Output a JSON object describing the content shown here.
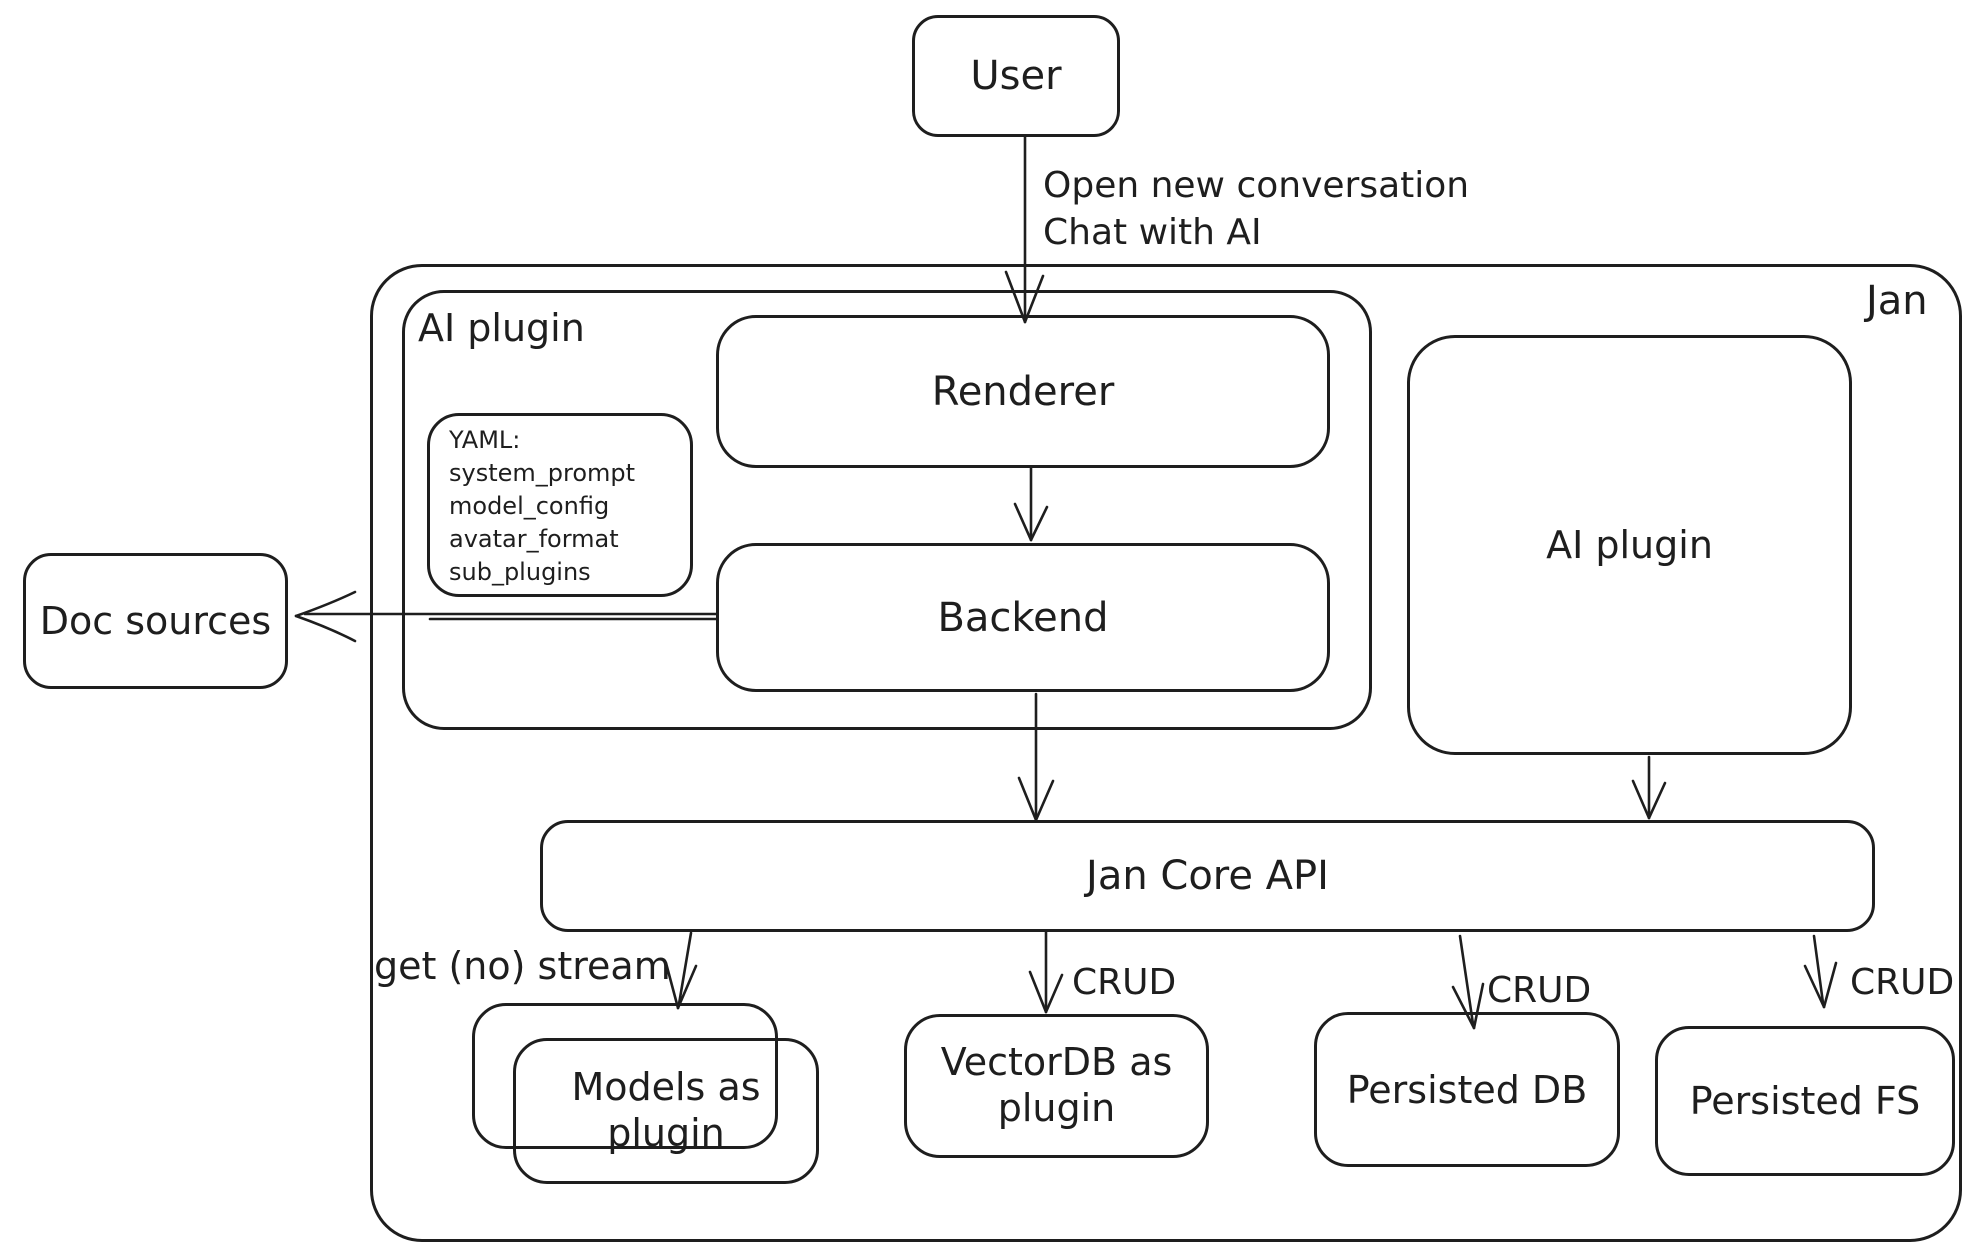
{
  "colors": {
    "ink": "#1e1e1e",
    "background": "#ffffff"
  },
  "nodes": {
    "user": {
      "label": "User"
    },
    "jan_container": {
      "label": "Jan"
    },
    "ai_plugin_container": {
      "label": "AI plugin"
    },
    "renderer": {
      "label": "Renderer"
    },
    "backend": {
      "label": "Backend"
    },
    "yaml_note": {
      "lines": [
        "YAML:",
        "system_prompt",
        "model_config",
        "avatar_format",
        "sub_plugins"
      ]
    },
    "doc_sources": {
      "label": "Doc sources"
    },
    "ai_plugin_right": {
      "label": "AI plugin"
    },
    "jan_core_api": {
      "label": "Jan Core API"
    },
    "models_as_plugin": {
      "label": "Models as plugin"
    },
    "vectordb_as_plugin": {
      "label": "VectorDB as plugin"
    },
    "persisted_db": {
      "label": "Persisted DB"
    },
    "persisted_fs": {
      "label": "Persisted FS"
    }
  },
  "edges": {
    "user_to_renderer": {
      "label_line1": "Open new conversation",
      "label_line2": "Chat with AI"
    },
    "api_to_models": {
      "label": "get (no) stream"
    },
    "api_to_vectordb": {
      "label": "CRUD"
    },
    "api_to_persisted_db": {
      "label": "CRUD"
    },
    "api_to_persisted_fs": {
      "label": "CRUD"
    }
  }
}
